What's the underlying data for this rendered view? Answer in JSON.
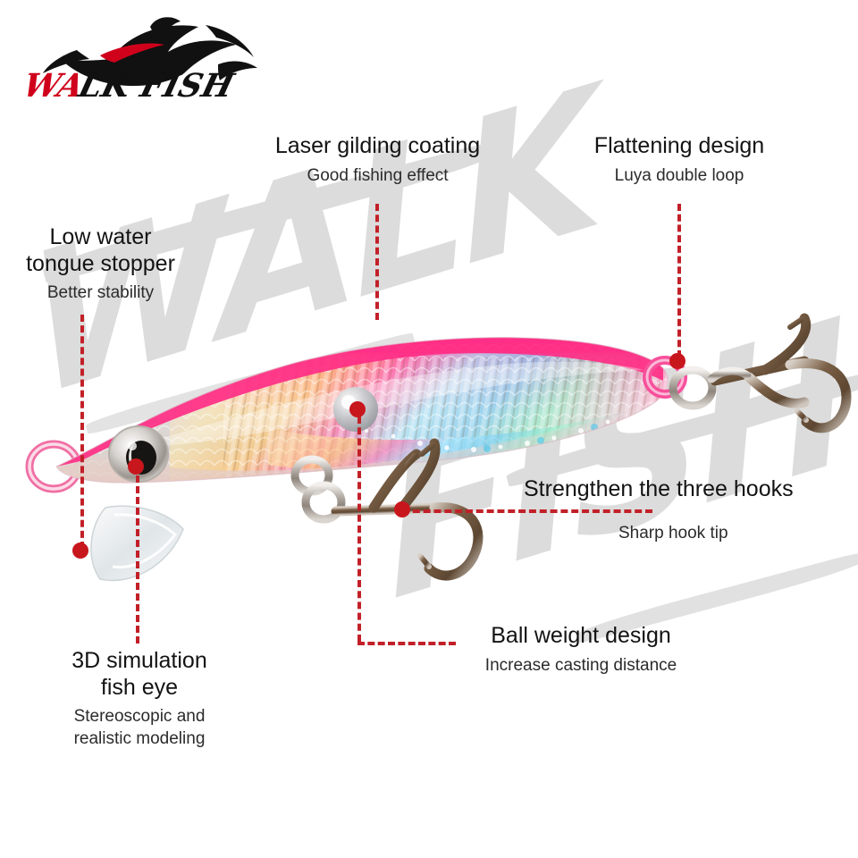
{
  "brand": {
    "name": "WALK FISH",
    "name_part_red": "WA",
    "name_part_black": "LK FISH",
    "logo_icon": "shark-logo-icon",
    "color_red": "#D0021B",
    "color_black": "#111111"
  },
  "watermark": {
    "left_text": "WALK",
    "right_text": "FISH",
    "color": "#DCDCDC"
  },
  "theme": {
    "leader_color": "#C22028",
    "dot_color": "#C8161D",
    "background": "#FFFFFF",
    "title_color": "#131313",
    "subtitle_color": "#2B2B2B"
  },
  "product": {
    "type": "minnow-fishing-lure",
    "body_top_color": "#F5338B",
    "body_mid_color": "#F7A9C6",
    "body_flank_color": "#DCD9D6",
    "belly_color": "#E8D5CF",
    "hook_color": "#8A6A50",
    "ring_color": "#C9C4BE",
    "bib_color": "#E9ECEE",
    "ball_weight_color": "#BFC3C6"
  },
  "callouts": [
    {
      "id": "laser-gilding-coating",
      "title": "Laser gilding coating",
      "subtitle": "Good fishing effect"
    },
    {
      "id": "flattening-design",
      "title": "Flattening design",
      "subtitle": "Luya double loop"
    },
    {
      "id": "low-water-tongue-stopper",
      "title_line1": "Low water",
      "title_line2": "tongue stopper",
      "subtitle": "Better stability"
    },
    {
      "id": "strengthen-three-hooks",
      "title": "Strengthen the three hooks",
      "subtitle": "Sharp hook tip"
    },
    {
      "id": "ball-weight-design",
      "title": "Ball weight design",
      "subtitle": "Increase casting distance"
    },
    {
      "id": "3d-simulation-fish-eye",
      "title_line1": "3D simulation",
      "title_line2": "fish eye",
      "subtitle_line1": "Stereoscopic and",
      "subtitle_line2": "realistic modeling"
    }
  ]
}
